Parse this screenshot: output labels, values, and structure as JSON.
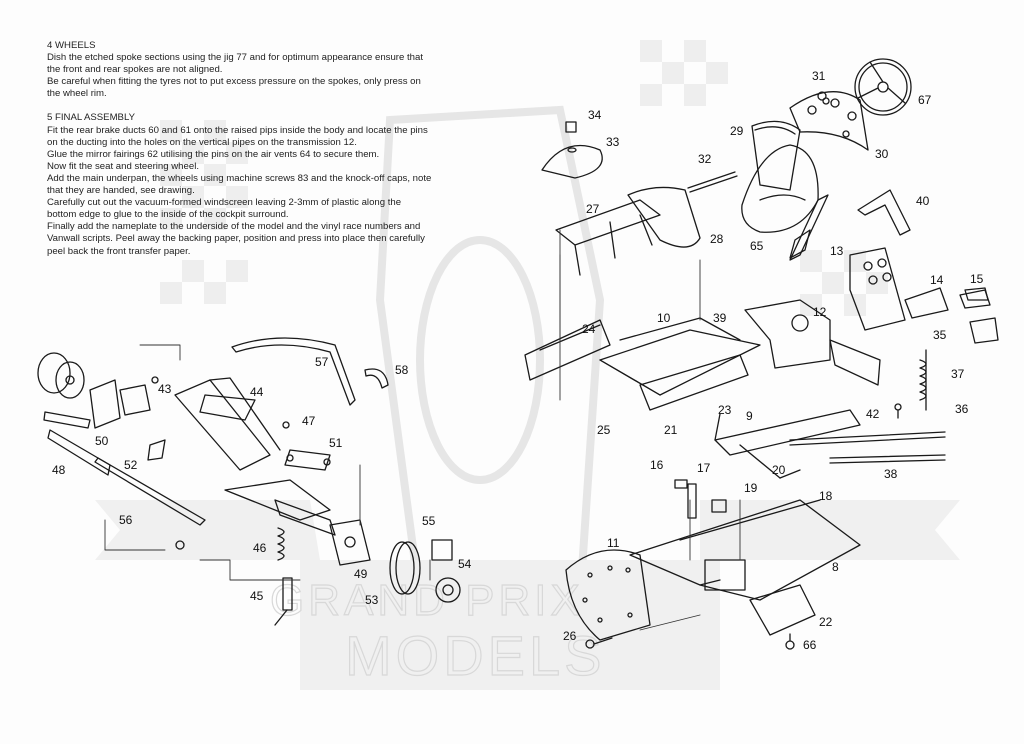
{
  "instructions": {
    "section4_title": "4 WHEELS",
    "section4_lines": [
      "Dish the etched spoke sections using the jig 77 and for optimum appearance ensure that",
      "the front and rear spokes are not aligned.",
      "Be careful when fitting the tyres not to put excess pressure on the spokes, only press on",
      "the wheel rim."
    ],
    "section5_title": "5 FINAL ASSEMBLY",
    "section5_lines": [
      "Fit the rear brake ducts 60 and 61 onto the raised pips inside the body and locate the pins",
      "on the ducting into the holes on the vertical pipes on the transmission 12.",
      "Glue the mirror fairings 62 utilising the pins on the air vents 64 to secure them.",
      "Now fit the seat and steering wheel.",
      "Add the main underpan, the wheels using machine screws 83 and the knock-off caps, note",
      "that they are handed, see drawing.",
      "Carefully cut out the vacuum-formed windscreen leaving 2-3mm of plastic along the",
      "bottom edge to glue to the inside of the cockpit surround.",
      "Finally add the nameplate to the underside of the model and the vinyl race numbers and",
      "Vanwall scripts. Peel away the backing paper, position and press into place then carefully",
      "peel back the front transfer paper."
    ]
  },
  "watermark": {
    "line1": "GRAND PRIX",
    "line2": "MODELS"
  },
  "part_numbers": {
    "p31": "31",
    "p67": "67",
    "p34": "34",
    "p33": "33",
    "p29": "29",
    "p30": "30",
    "p32": "32",
    "p27": "27",
    "p28": "28",
    "p65": "65",
    "p40": "40",
    "p13": "13",
    "p14": "14",
    "p15": "15",
    "p24": "24",
    "p10": "10",
    "p39": "39",
    "p12": "12",
    "p35": "35",
    "p37": "37",
    "p42": "42",
    "p36": "36",
    "p25": "25",
    "p21": "21",
    "p23": "23",
    "p9": "9",
    "p38": "38",
    "p16": "16",
    "p17": "17",
    "p20": "20",
    "p19": "19",
    "p18": "18",
    "p11": "11",
    "p8": "8",
    "p22": "22",
    "p26": "26",
    "p66": "66",
    "p57": "57",
    "p58": "58",
    "p43": "43",
    "p44": "44",
    "p47": "47",
    "p50": "50",
    "p51": "51",
    "p52": "52",
    "p48": "48",
    "p56": "56",
    "p55": "55",
    "p54": "54",
    "p46": "46",
    "p49": "49",
    "p53": "53",
    "p45": "45"
  }
}
